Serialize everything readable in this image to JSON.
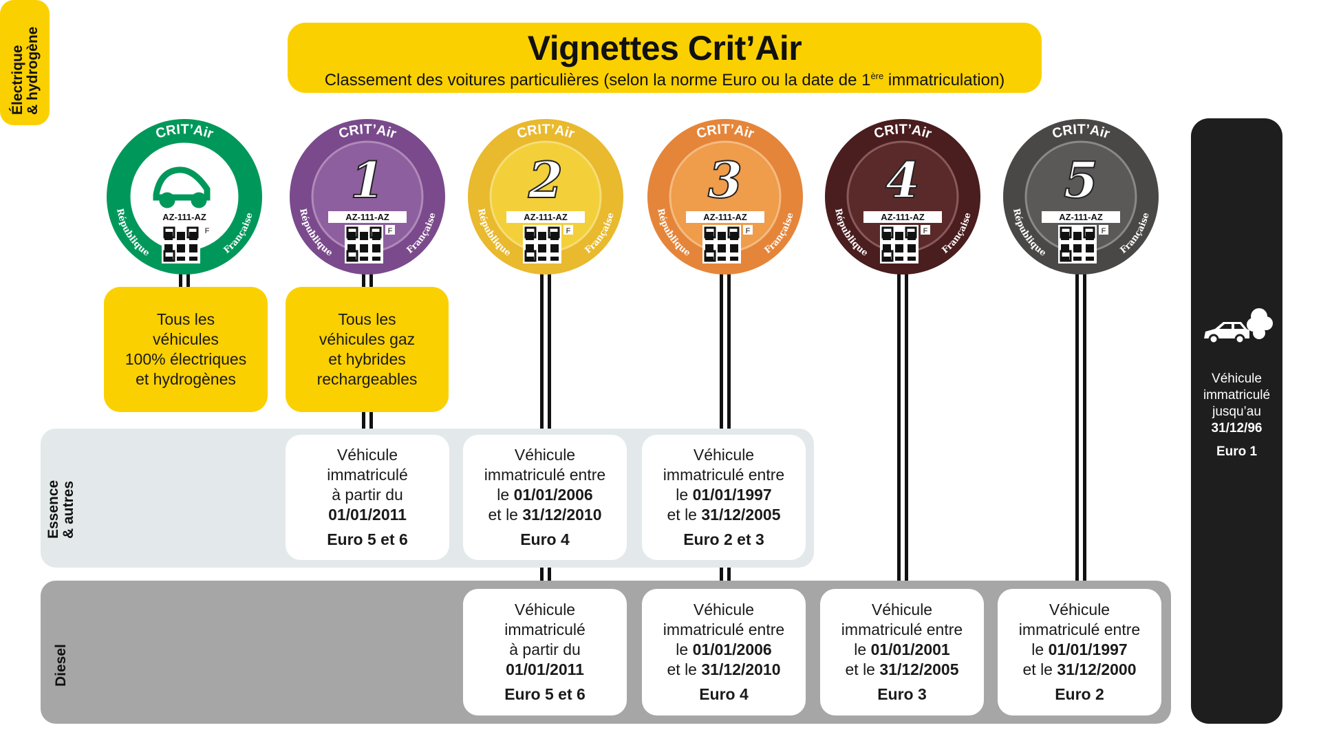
{
  "header": {
    "title": "Vignettes Crit’Air",
    "subtitle_pre": "Classement des voitures particulières (selon la norme Euro ou la date de 1",
    "subtitle_sup": "ère",
    "subtitle_post": " immatriculation)"
  },
  "badge_text": {
    "brand": "CRIT’Air",
    "left": "République",
    "right": "Française",
    "plate": "AZ-111-AZ",
    "country": "F"
  },
  "badges": [
    {
      "id": "electric",
      "number": "",
      "outer": "#00985a",
      "inner": "#ffffff",
      "ring": "#00985a"
    },
    {
      "id": "1",
      "number": "1",
      "outer": "#7a4a8c",
      "inner": "#8e5f9e",
      "ring": "#b08ab9"
    },
    {
      "id": "2",
      "number": "2",
      "outer": "#e9b92e",
      "inner": "#f3cf3a",
      "ring": "#f6dd77"
    },
    {
      "id": "3",
      "number": "3",
      "outer": "#e5853a",
      "inner": "#ef9c4b",
      "ring": "#f5bb80"
    },
    {
      "id": "4",
      "number": "4",
      "outer": "#4a1d1e",
      "inner": "#5a2a2a",
      "ring": "#8a5a5a"
    },
    {
      "id": "5",
      "number": "5",
      "outer": "#4a4747",
      "inner": "#5b5858",
      "ring": "#8a8888"
    }
  ],
  "rows": {
    "electric": "Électrique\n& hydrogène",
    "essence": "Essence\n& autres",
    "diesel": "Diesel"
  },
  "electric_boxes": [
    [
      "Tous les",
      "véhicules",
      "100% électriques",
      "et hydrogènes"
    ],
    [
      "Tous les",
      "véhicules gaz",
      "et hybrides",
      "rechargeables"
    ]
  ],
  "essence_cards": [
    {
      "lines": [
        [
          "Véhicule"
        ],
        [
          "immatriculé"
        ],
        [
          "à partir du"
        ],
        [
          "",
          "01/01/2011"
        ]
      ],
      "euro": "Euro 5 et 6"
    },
    {
      "lines": [
        [
          "Véhicule"
        ],
        [
          "immatriculé entre"
        ],
        [
          "le ",
          "01/01/2006"
        ],
        [
          "et le ",
          "31/12/2010"
        ]
      ],
      "euro": "Euro 4"
    },
    {
      "lines": [
        [
          "Véhicule"
        ],
        [
          "immatriculé entre"
        ],
        [
          "le ",
          "01/01/1997"
        ],
        [
          "et le ",
          "31/12/2005"
        ]
      ],
      "euro": "Euro 2 et 3"
    }
  ],
  "diesel_cards": [
    {
      "lines": [
        [
          "Véhicule"
        ],
        [
          "immatriculé"
        ],
        [
          "à partir du"
        ],
        [
          "",
          "01/01/2011"
        ]
      ],
      "euro": "Euro 5 et 6"
    },
    {
      "lines": [
        [
          "Véhicule"
        ],
        [
          "immatriculé entre"
        ],
        [
          "le ",
          "01/01/2006"
        ],
        [
          "et le ",
          "31/12/2010"
        ]
      ],
      "euro": "Euro 4"
    },
    {
      "lines": [
        [
          "Véhicule"
        ],
        [
          "immatriculé entre"
        ],
        [
          "le ",
          "01/01/2001"
        ],
        [
          "et le ",
          "31/12/2005"
        ]
      ],
      "euro": "Euro 3"
    },
    {
      "lines": [
        [
          "Véhicule"
        ],
        [
          "immatriculé entre"
        ],
        [
          "le ",
          "01/01/1997"
        ],
        [
          "et le ",
          "31/12/2000"
        ]
      ],
      "euro": "Euro 2"
    }
  ],
  "unclassified": {
    "line1": "Véhicule",
    "line2": "immatriculé",
    "line3": "jusqu’au",
    "date": "31/12/96",
    "euro": "Euro 1",
    "icon": "polluting-car-icon"
  }
}
